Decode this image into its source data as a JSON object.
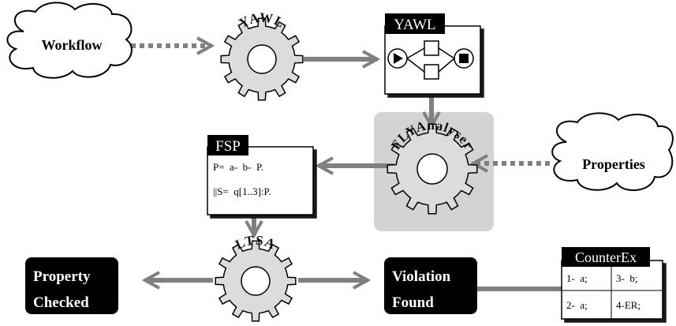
{
  "clouds": {
    "workflow": "Workflow",
    "properties": "Properties"
  },
  "gears": {
    "yawl": "YAWL",
    "fly_analyser": "FLYAnalyser",
    "ltsa": "LTSA"
  },
  "yawl_box": {
    "title": "YAWL"
  },
  "fsp_box": {
    "title": "FSP",
    "line1": "P=  a-  b-  P.",
    "line2": "||S=  q[1..3]:P."
  },
  "results": {
    "property_line1": "Property",
    "property_line2": "Checked",
    "violation_line1": "Violation",
    "violation_line2": "Found"
  },
  "counterex": {
    "title": "CounterEx",
    "cells": [
      [
        "1-  a;",
        "3-  b;"
      ],
      [
        "2-  a;",
        "4-ER;"
      ]
    ]
  },
  "colors": {
    "arrow": "#808080",
    "gear_fill": "#dcdcdc",
    "panel": "#d3d3d3",
    "label_box": "#000000"
  }
}
